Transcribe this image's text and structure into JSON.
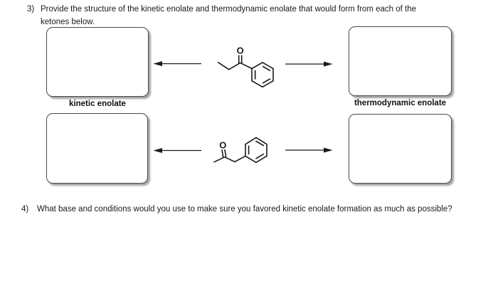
{
  "question3": {
    "number": "3)",
    "line1": "Provide the structure of the kinetic enolate and thermodynamic enolate that would form from each of the",
    "line2": "ketones below."
  },
  "question4": {
    "number": "4)",
    "text": "What base and conditions would you use to make sure you favored kinetic enolate formation as much as possible?"
  },
  "labels": {
    "kinetic": "kinetic enolate",
    "thermodynamic": "thermodynamic enolate"
  },
  "molecules": {
    "ketone1": {
      "icon": "propiophenone-skeletal-structure",
      "oxygen_label": "O"
    },
    "ketone2": {
      "icon": "phenylacetone-skeletal-structure",
      "oxygen_label": "O"
    }
  },
  "colors": {
    "ink": "#1a1a1a",
    "box_border": "#4a4a4a",
    "background": "#ffffff"
  }
}
